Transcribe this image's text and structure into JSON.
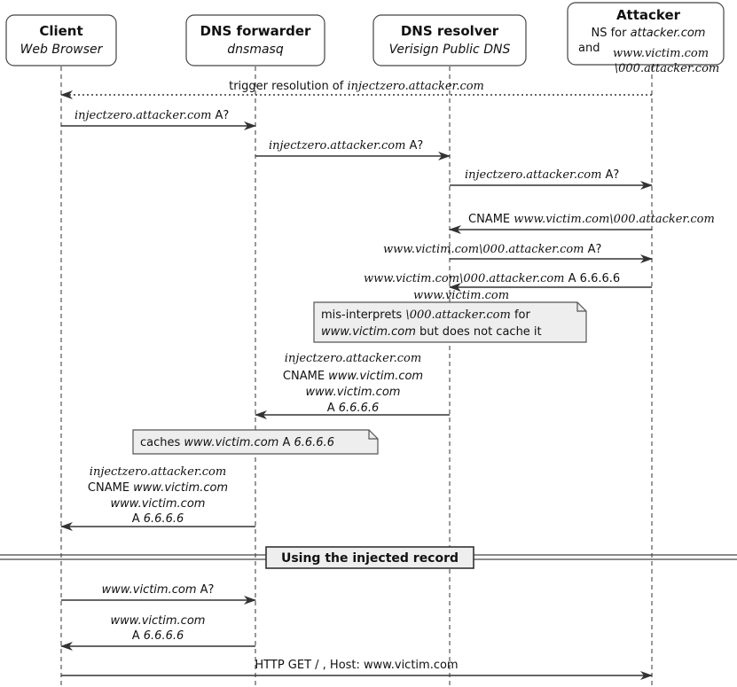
{
  "participants": [
    {
      "name": "Client",
      "sub": "Web Browser"
    },
    {
      "name": "DNS forwarder",
      "sub": "dnsmasq"
    },
    {
      "name": "DNS resolver",
      "sub": "Verisign Public DNS"
    },
    {
      "name": "Attacker",
      "line1": "NS for ",
      "line1_em": "attacker.com",
      "line2": "and",
      "line2_em": "www.victim.com",
      "line3_em": "\\000.attacker.com"
    }
  ],
  "messages": {
    "m1": {
      "em": "injectzero.attacker.com",
      "prefix": "trigger resolution of "
    },
    "m2": {
      "em": "injectzero.attacker.com",
      "suffix": " A?"
    },
    "m3": {
      "em": "injectzero.attacker.com",
      "suffix": " A?"
    },
    "m4": {
      "em": "injectzero.attacker.com",
      "suffix": " A?"
    },
    "m5": {
      "prefix": "CNAME ",
      "em": "www.victim.com\\000.attacker.com"
    },
    "m6": {
      "em": "www.victim.com\\000.attacker.com",
      "suffix": " A?"
    },
    "m7": {
      "em": "www.victim.com\\000.attacker.com",
      "suffix": " A 6.6.6.6"
    },
    "m8": {
      "l1": "injectzero.attacker.com",
      "l2_prefix": "CNAME ",
      "l2_em": "www.victim.com",
      "l3": "www.victim.com",
      "l4_prefix": "A ",
      "l4_em": "6.6.6.6"
    },
    "m9": {
      "l1": "injectzero.attacker.com",
      "l2_prefix": "CNAME ",
      "l2_em": "www.victim.com",
      "l3": "www.victim.com",
      "l4_prefix": "A ",
      "l4_em": "6.6.6.6"
    },
    "m10": {
      "em": "www.victim.com",
      "suffix": " A?"
    },
    "m11": {
      "l1": "www.victim.com",
      "l2_prefix": "A ",
      "l2_em": "6.6.6.6"
    },
    "m12": {
      "text": "HTTP GET / , Host: www.victim.com"
    }
  },
  "notes": {
    "n1": {
      "l1_em": "www.victim.com",
      "l2_prefix": "mis-interprets ",
      "l2_em": "\\000.attacker.com",
      "l2_suffix": " for",
      "l3_em": "www.victim.com",
      "l3_suffix": " but does not cache it"
    },
    "n2": {
      "prefix": "caches ",
      "em": "www.victim.com",
      "middle": " A ",
      "em2": "6.6.6.6"
    }
  },
  "divider": {
    "label": "Using the injected record"
  }
}
